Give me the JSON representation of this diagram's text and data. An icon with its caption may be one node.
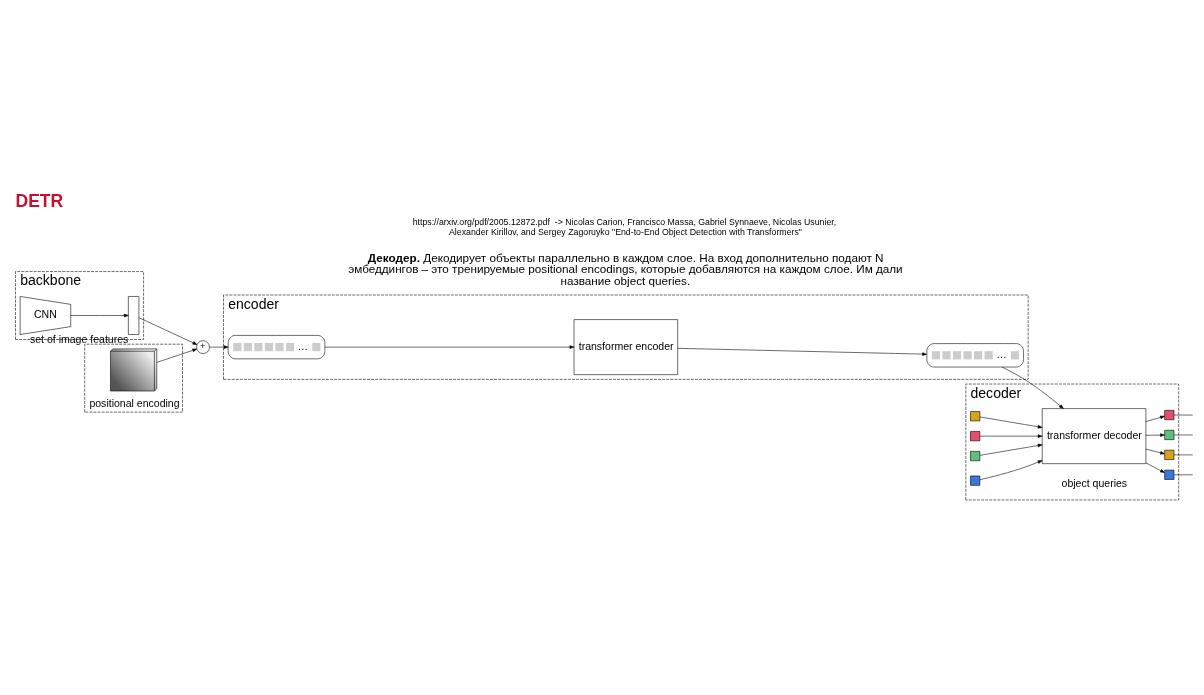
{
  "diagram": {
    "title": "DETR",
    "nodes": [
      {
        "text": [
          "backbone"
        ]
      },
      {
        "text": [
          "CNN"
        ],
        "in": 0
      },
      {
        "text": [],
        "shape": "bar",
        "in": 0,
        "beside": [
          "set of image features"
        ]
      },
      {
        "text": [
          "positional encoding"
        ]
      },
      {
        "text": [],
        "shape": "picture",
        "in": 3
      },
      {
        "text": [
          "+"
        ]
      },
      {
        "text": [
          "encoder"
        ]
      },
      {
        "text": [
          "…"
        ],
        "in": 6
      },
      {
        "text": [
          "transformer encoder"
        ],
        "in": 6
      },
      {
        "text": [
          "…"
        ],
        "in": 6
      },
      {
        "text": [
          "decoder"
        ]
      },
      {
        "text": [
          "transformer decoder"
        ],
        "in": 10
      },
      {
        "text": [],
        "shape": "box",
        "in": 10
      },
      {
        "text": [],
        "shape": "box",
        "in": 10
      },
      {
        "text": [],
        "shape": "box",
        "in": 10
      },
      {
        "text": [],
        "shape": "box",
        "in": 10
      },
      {
        "text": [],
        "shape": "box",
        "in": 10
      },
      {
        "text": [],
        "shape": "box",
        "in": 10
      },
      {
        "text": [],
        "shape": "box",
        "in": 10
      },
      {
        "text": [],
        "shape": "box",
        "in": 10
      }
    ],
    "edges": [
      {
        "from": 1,
        "to": 2,
        "arrow": "to"
      },
      {
        "from": 2,
        "to": 5,
        "arrow": "to"
      },
      {
        "from": 4,
        "to": 5,
        "arrow": "to"
      },
      {
        "from": 5,
        "to": 7,
        "arrow": "to"
      },
      {
        "from": 7,
        "to": 8,
        "arrow": "to"
      },
      {
        "from": 8,
        "to": 9,
        "arrow": "to"
      },
      {
        "from": 9,
        "to": 11,
        "arrow": "to"
      },
      {
        "from": 16,
        "to": 11,
        "arrow": "to"
      },
      {
        "from": 17,
        "to": 11,
        "arrow": "to"
      },
      {
        "from": 18,
        "to": 11,
        "arrow": "to"
      },
      {
        "from": 19,
        "to": 11,
        "arrow": "to"
      },
      {
        "from": 11,
        "to": 12,
        "arrow": "to"
      },
      {
        "from": 11,
        "to": 13,
        "arrow": "to"
      },
      {
        "from": 11,
        "to": 14,
        "arrow": "to"
      },
      {
        "from": 11,
        "to": 15,
        "arrow": "to"
      },
      {
        "from": 12,
        "to": null,
        "arrow": "none"
      },
      {
        "from": 13,
        "to": null,
        "arrow": "none"
      },
      {
        "from": 14,
        "to": null,
        "arrow": "none"
      },
      {
        "from": 15,
        "to": null,
        "arrow": "none"
      }
    ],
    "labels": [
      "**Декодер.** Декодирует объекты параллельно в каждом слое. На вход дополнительно подают N эмбеддингов – это тренируемые positional encodings, которые добавляются на каждом слое. Им дали название object queries.",
      "object queries",
      "https://arxiv.org/pdf/2005.12872.pdf  -> Nicolas Carion, Francisco Massa, Gabriel Synnaeve, Nicolas Usunier, Alexander Kirillov, and Sergey Zagoruyko \"End-to-End Object Detection with Transformers\""
    ]
  }
}
